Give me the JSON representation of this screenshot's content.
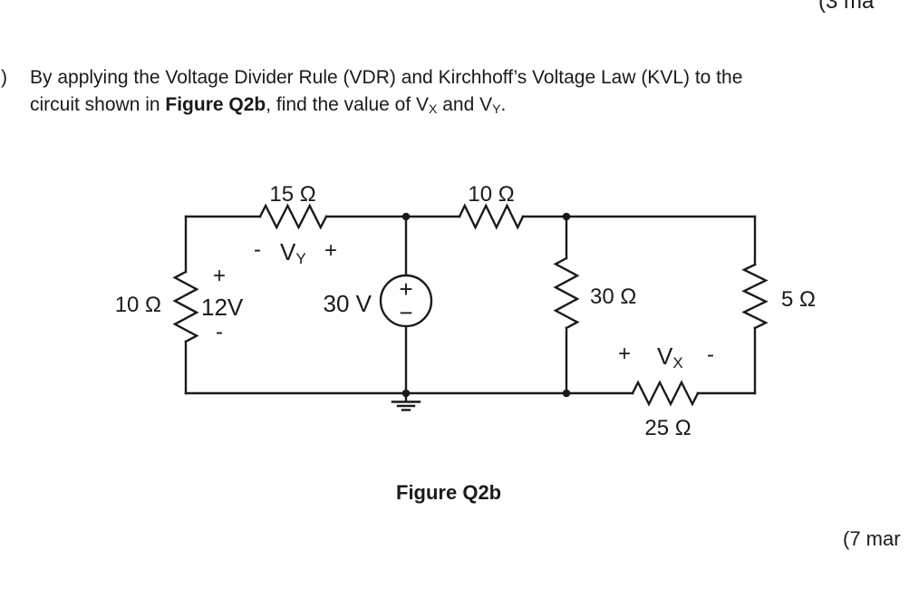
{
  "marks": {
    "top_partial": "(3 ma",
    "bottom_partial": "(7 mar"
  },
  "question": {
    "marker": ")",
    "line1": "By applying the Voltage Divider Rule (VDR) and Kirchhoff’s Voltage Law (KVL) to the",
    "line2_pre": "circuit shown in ",
    "line2_figure_ref": "Figure Q2b",
    "line2_mid": ", find the value of V",
    "line2_sub_x": "X",
    "line2_and": " and V",
    "line2_sub_y": "Y",
    "line2_period": "."
  },
  "figure": {
    "caption": "Figure Q2b",
    "resistors": {
      "top_left": "15 Ω",
      "top_right": "10 Ω",
      "left": "10 Ω",
      "middle": "30 Ω",
      "right": "5 Ω",
      "bottom": "25 Ω"
    },
    "source": {
      "value": "30 V",
      "plus": "+",
      "minus": "−"
    },
    "voltages": {
      "v12": {
        "plus": "+",
        "label": "12V",
        "minus": "-"
      },
      "vy": {
        "minus": "-",
        "base": "V",
        "sub": "Y",
        "plus": "+"
      },
      "vx": {
        "plus": "+",
        "base": "V",
        "sub": "X",
        "minus": "-"
      }
    }
  }
}
